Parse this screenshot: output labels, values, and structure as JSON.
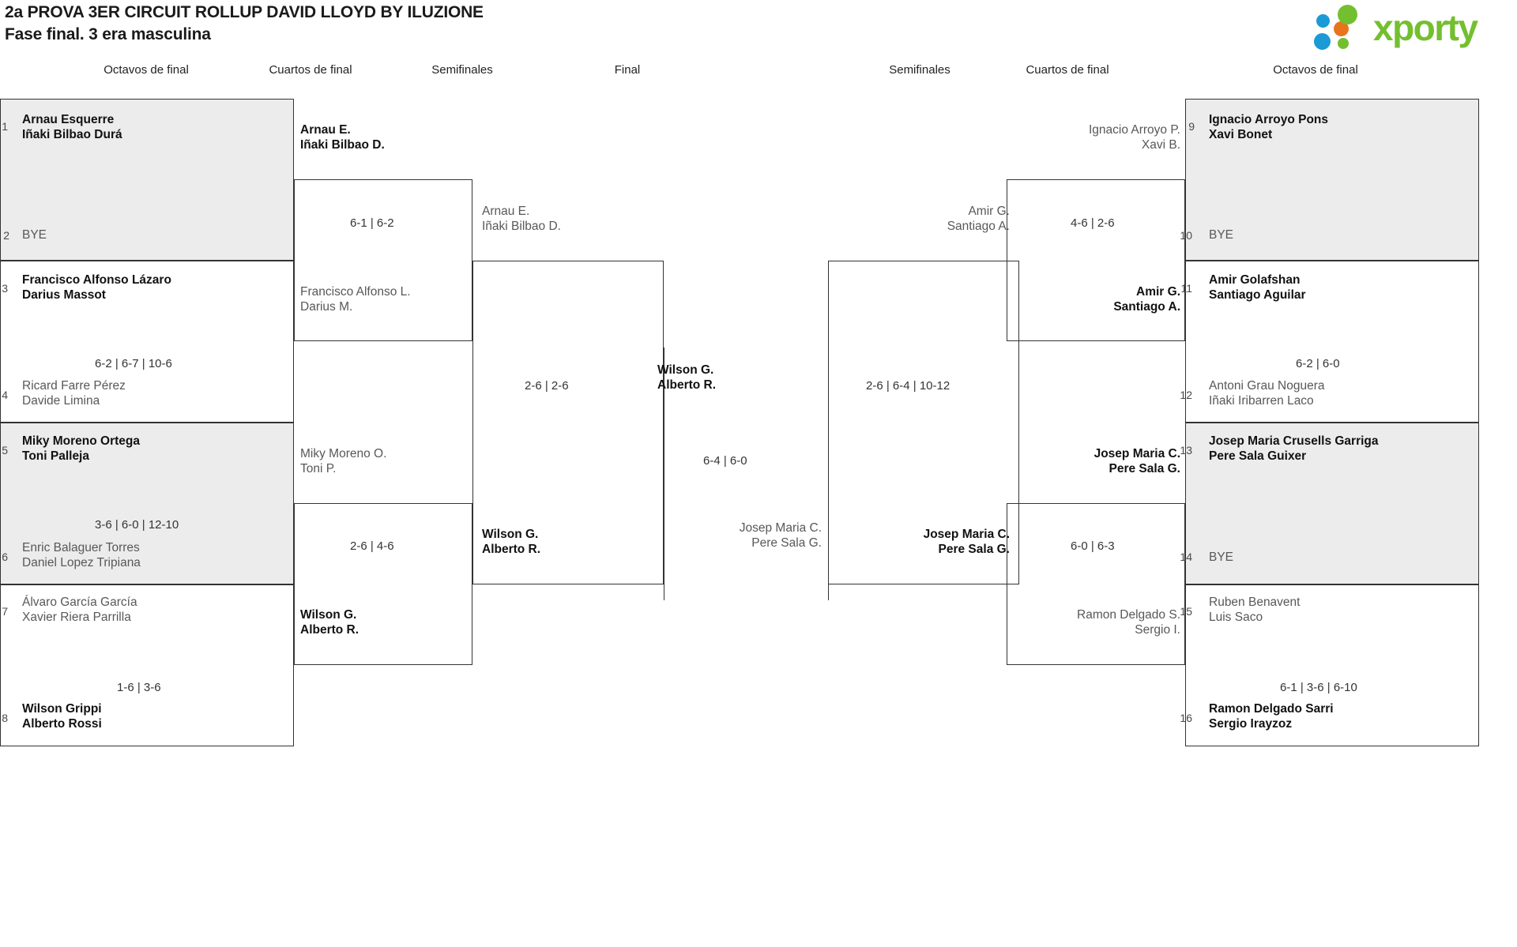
{
  "header": {
    "title_line1": "2a PROVA 3ER CIRCUIT ROLLUP DAVID LLOYD BY ILUZIONE",
    "title_line2": "Fase final. 3 era masculina",
    "logo_text": "xporty",
    "logo_colors": {
      "blue": "#1b9ad6",
      "orange": "#e8741c",
      "green": "#74bf2f"
    }
  },
  "round_headers": {
    "left_r16": "Octavos de final",
    "left_qf": "Cuartos de final",
    "left_sf": "Semifinales",
    "final": "Final",
    "right_sf": "Semifinales",
    "right_qf": "Cuartos de final",
    "right_r16": "Octavos de final"
  },
  "left_r16": [
    {
      "box": "shaded",
      "top_seed": "1",
      "top_team": [
        "Arnau Esquerre",
        "Iñaki Bilbao Durá"
      ],
      "top_state": "winner",
      "bottom_seed": "2",
      "bottom_team": [
        "BYE"
      ],
      "bottom_state": "bye",
      "score": ""
    },
    {
      "box": "plain",
      "top_seed": "3",
      "top_team": [
        "Francisco Alfonso Lázaro",
        "Darius Massot"
      ],
      "top_state": "winner",
      "bottom_seed": "4",
      "bottom_team": [
        "Ricard Farre Pérez",
        "Davide Limina"
      ],
      "bottom_state": "loser",
      "score": "6-2 | 6-7 | 10-6"
    },
    {
      "box": "shaded",
      "top_seed": "5",
      "top_team": [
        "Miky Moreno Ortega",
        "Toni Palleja"
      ],
      "top_state": "winner",
      "bottom_seed": "6",
      "bottom_team": [
        "Enric Balaguer Torres",
        "Daniel Lopez Tripiana"
      ],
      "bottom_state": "loser",
      "score": "3-6 | 6-0 | 12-10"
    },
    {
      "box": "plain",
      "top_seed": "7",
      "top_team": [
        "Álvaro García García",
        "Xavier Riera Parrilla"
      ],
      "top_state": "loser",
      "bottom_seed": "8",
      "bottom_team": [
        "Wilson Grippi",
        "Alberto Rossi"
      ],
      "bottom_state": "winner",
      "score": "1-6 | 3-6"
    }
  ],
  "left_qf": [
    {
      "team": [
        "Arnau E.",
        "Iñaki Bilbao D."
      ],
      "state": "winner",
      "score": "6-1 | 6-2"
    },
    {
      "team": [
        "Francisco Alfonso L.",
        "Darius M."
      ],
      "state": "loser",
      "score": ""
    },
    {
      "team": [
        "Miky Moreno O.",
        "Toni P."
      ],
      "state": "loser",
      "score": "2-6 | 4-6"
    },
    {
      "team": [
        "Wilson G.",
        "Alberto R."
      ],
      "state": "winner",
      "score": ""
    }
  ],
  "left_sf": [
    {
      "team": [
        "Arnau E.",
        "Iñaki Bilbao D."
      ],
      "state": "loser",
      "score": "2-6 | 2-6"
    },
    {
      "team": [
        "Wilson G.",
        "Alberto R."
      ],
      "state": "winner",
      "score": ""
    }
  ],
  "final": {
    "left_team": [
      "Wilson G.",
      "Alberto R."
    ],
    "left_state": "winner",
    "score": "6-4 | 6-0",
    "right_team": [
      "Josep Maria C.",
      "Pere Sala G."
    ],
    "right_state": "loser"
  },
  "right_sf": [
    {
      "team": [
        "Amir G.",
        "Santiago A."
      ],
      "state": "loser",
      "score": "2-6 | 6-4 | 10-12"
    },
    {
      "team": [
        "Josep Maria C.",
        "Pere Sala G."
      ],
      "state": "winner",
      "score": ""
    }
  ],
  "right_qf": [
    {
      "team": [
        "Ignacio Arroyo P.",
        "Xavi B."
      ],
      "state": "loser",
      "score": "4-6 | 2-6"
    },
    {
      "team": [
        "Amir G.",
        "Santiago A."
      ],
      "state": "winner",
      "score": ""
    },
    {
      "team": [
        "Josep Maria C.",
        "Pere Sala G."
      ],
      "state": "winner",
      "score": "6-0 | 6-3"
    },
    {
      "team": [
        "Ramon Delgado S.",
        "Sergio I."
      ],
      "state": "loser",
      "score": ""
    }
  ],
  "right_r16": [
    {
      "box": "shaded",
      "top_seed": "9",
      "top_team": [
        "Ignacio Arroyo Pons",
        "Xavi Bonet"
      ],
      "top_state": "winner",
      "bottom_seed": "10",
      "bottom_team": [
        "BYE"
      ],
      "bottom_state": "bye",
      "score": ""
    },
    {
      "box": "plain",
      "top_seed": "11",
      "top_team": [
        "Amir Golafshan",
        "Santiago Aguilar"
      ],
      "top_state": "winner",
      "bottom_seed": "12",
      "bottom_team": [
        "Antoni Grau Noguera",
        "Iñaki Iribarren Laco"
      ],
      "bottom_state": "loser",
      "score": "6-2 | 6-0"
    },
    {
      "box": "shaded",
      "top_seed": "13",
      "top_team": [
        "Josep Maria Crusells Garriga",
        "Pere Sala Guixer"
      ],
      "top_state": "winner",
      "bottom_seed": "14",
      "bottom_team": [
        "BYE"
      ],
      "bottom_state": "bye",
      "score": ""
    },
    {
      "box": "plain",
      "top_seed": "15",
      "top_team": [
        "Ruben Benavent",
        "Luis Saco"
      ],
      "top_state": "loser",
      "bottom_seed": "16",
      "bottom_team": [
        "Ramon Delgado Sarri",
        "Sergio Irayzoz"
      ],
      "bottom_state": "winner",
      "score": "6-1 | 3-6 | 6-10"
    }
  ]
}
